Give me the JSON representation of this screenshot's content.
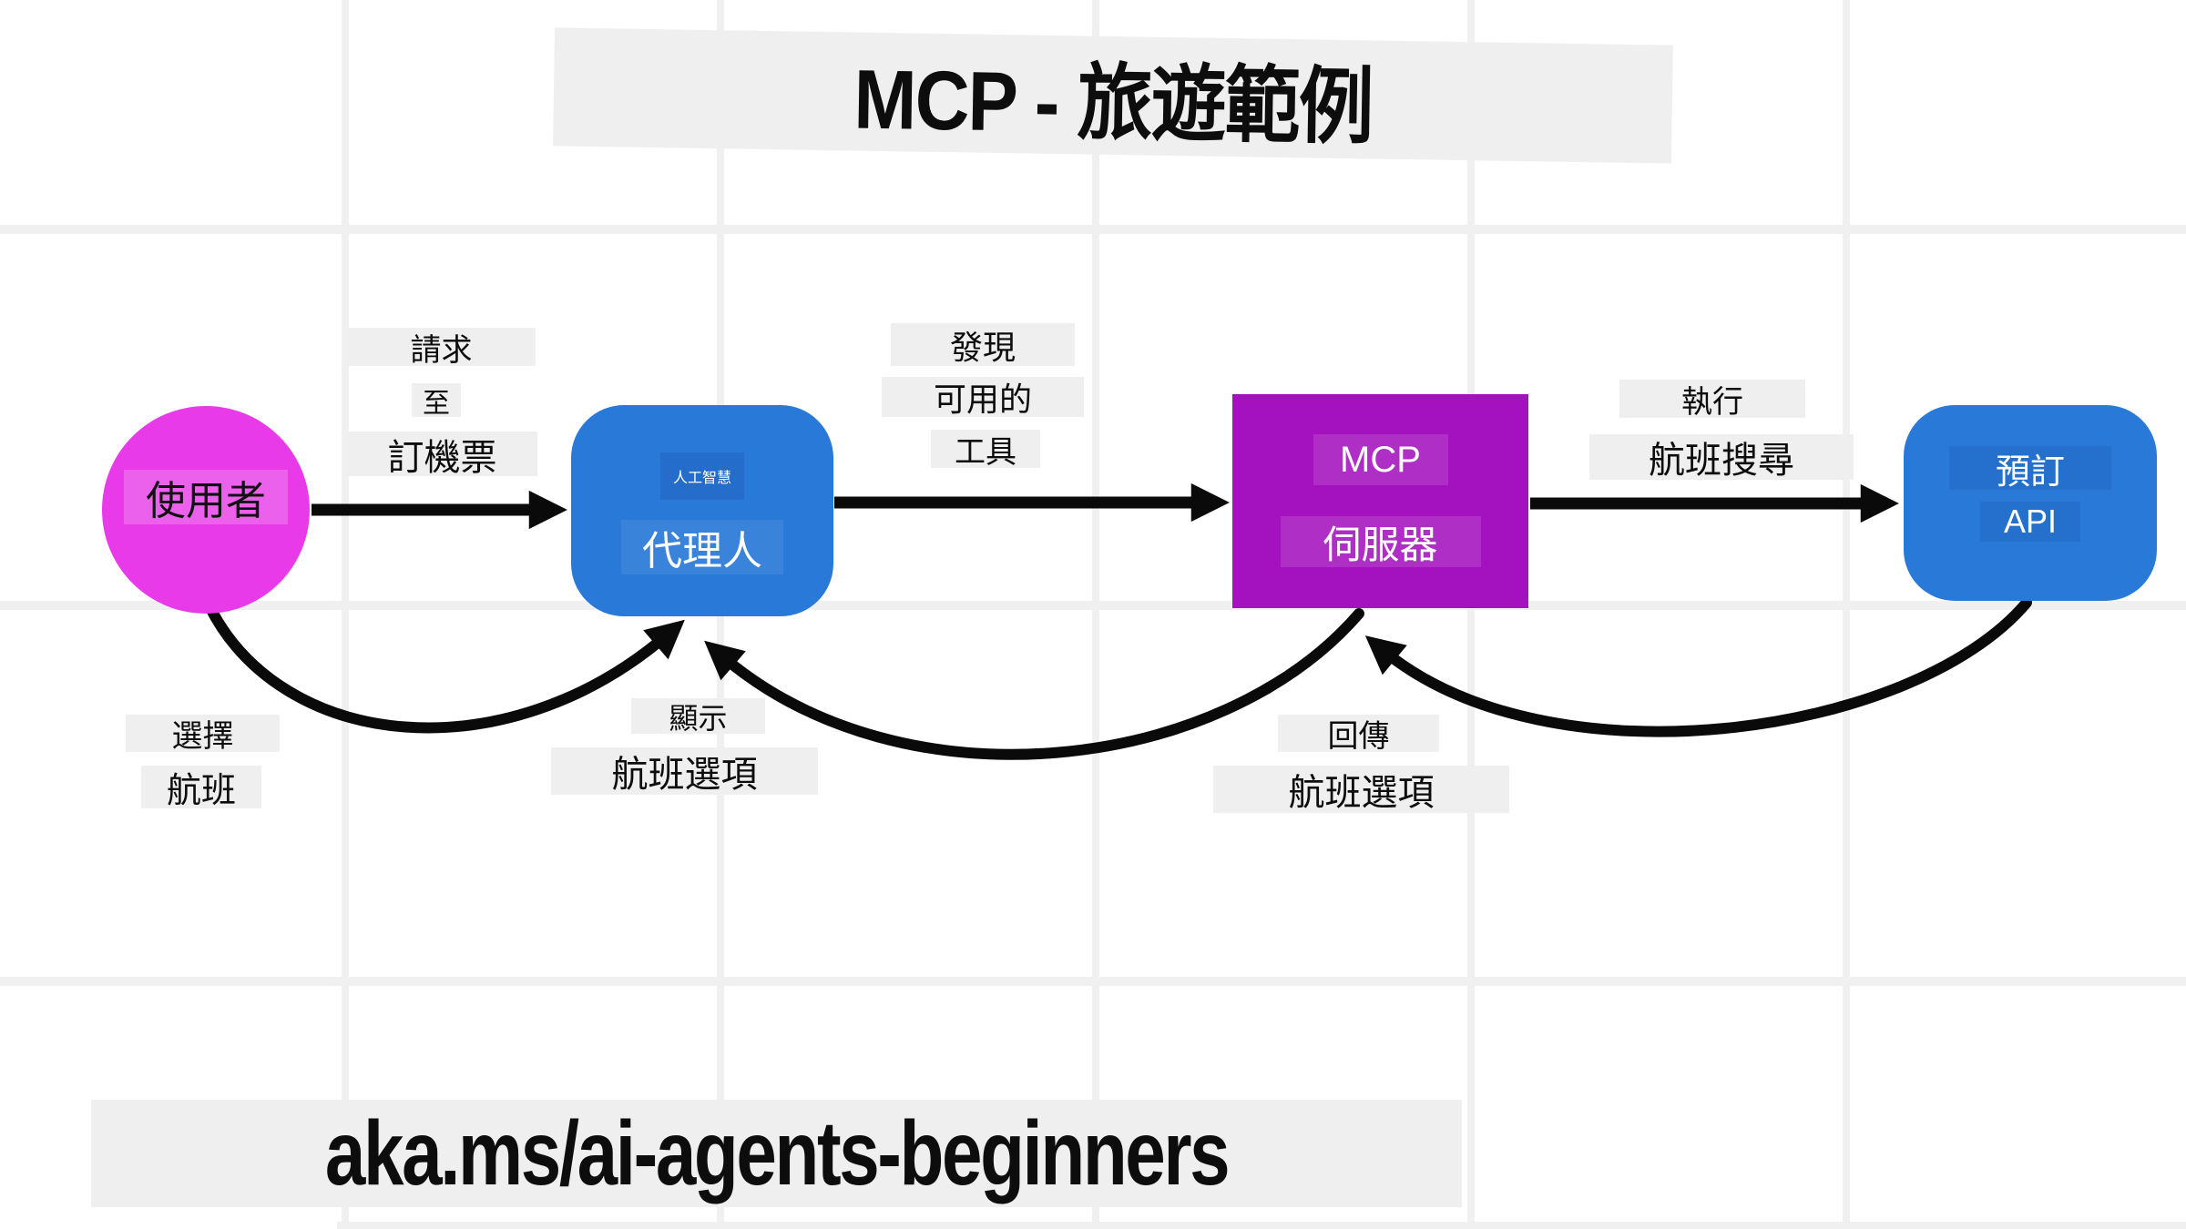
{
  "title": "MCP - 旅遊範例",
  "nodes": {
    "user": {
      "label": "使用者"
    },
    "agent": {
      "top": "人工智慧",
      "label": "代理人"
    },
    "mcp": {
      "top": "MCP",
      "label": "伺服器"
    },
    "api": {
      "top": "預訂",
      "label": "API"
    }
  },
  "edge_labels": {
    "request": [
      "請求",
      "至",
      "訂機票"
    ],
    "discover": [
      "發現",
      "可用的",
      "工具"
    ],
    "execute": [
      "執行",
      "航班搜尋"
    ],
    "select": [
      "選擇",
      "航班"
    ],
    "display": [
      "顯示",
      "航班選項"
    ],
    "return": [
      "回傳",
      "航班選項"
    ]
  },
  "footer": {
    "url": "aka.ms/ai-agents-beginners"
  },
  "colors": {
    "user_node": "#e83ae8",
    "agent_node": "#2979d8",
    "mcp_node": "#a411be",
    "api_node": "#2979d8",
    "arrow_ink": "#0a0a0a",
    "label_bg": "#efefef"
  }
}
